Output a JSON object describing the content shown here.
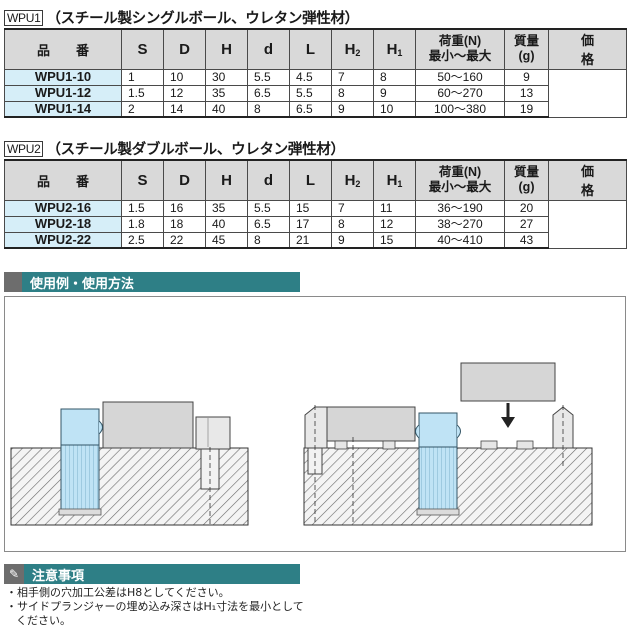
{
  "section1": {
    "code": "WPU1",
    "title": "（スチール製シングルボール、ウレタン弾性材）"
  },
  "section2": {
    "code": "WPU2",
    "title": "（スチール製ダブルボール、ウレタン弾性材）"
  },
  "table_headers": {
    "model": "品番",
    "S": "S",
    "D": "D",
    "H": "H",
    "d": "d",
    "L": "L",
    "H2_base": "H",
    "H2_sub": "2",
    "H1_base": "H",
    "H1_sub": "1",
    "load_line1": "荷重(N)",
    "load_line2": "最小～最大",
    "mass_line1": "質量",
    "mass_line2": "(g)",
    "price": "価格"
  },
  "table1": {
    "rows": [
      {
        "model": "WPU1-10",
        "S": "1",
        "D": "10",
        "H": "30",
        "d": "5.5",
        "L": "4.5",
        "H2": "7",
        "H1": "8",
        "load": "50～160",
        "mass": "9"
      },
      {
        "model": "WPU1-12",
        "S": "1.5",
        "D": "12",
        "H": "35",
        "d": "6.5",
        "L": "5.5",
        "H2": "8",
        "H1": "9",
        "load": "60～270",
        "mass": "13"
      },
      {
        "model": "WPU1-14",
        "S": "2",
        "D": "14",
        "H": "40",
        "d": "8",
        "L": "6.5",
        "H2": "9",
        "H1": "10",
        "load": "100～380",
        "mass": "19"
      }
    ]
  },
  "table2": {
    "rows": [
      {
        "model": "WPU2-16",
        "S": "1.5",
        "D": "16",
        "H": "35",
        "d": "5.5",
        "L": "15",
        "H2": "7",
        "H1": "11",
        "load": "36～190",
        "mass": "20"
      },
      {
        "model": "WPU2-18",
        "S": "1.8",
        "D": "18",
        "H": "40",
        "d": "6.5",
        "L": "17",
        "H2": "8",
        "H1": "12",
        "load": "38～270",
        "mass": "27"
      },
      {
        "model": "WPU2-22",
        "S": "2.5",
        "D": "22",
        "H": "45",
        "d": "8",
        "L": "21",
        "H2": "9",
        "H1": "15",
        "load": "40～410",
        "mass": "43"
      }
    ]
  },
  "usage_bar": {
    "title": "使用例・使用方法"
  },
  "caution_bar": {
    "title": "注意事項",
    "icon": "pencil-icon"
  },
  "notes": [
    "・相手側の穴加工公差はH8としてください。",
    "・サイドプランジャーの埋め込み深さはH₁寸法を最小としてください。"
  ],
  "colors": {
    "accent_bar": "#2e7f86",
    "model_cell": "#d6eef8",
    "header_cell": "#d9d9d9",
    "plunger_blue": "#bfe3f5"
  }
}
